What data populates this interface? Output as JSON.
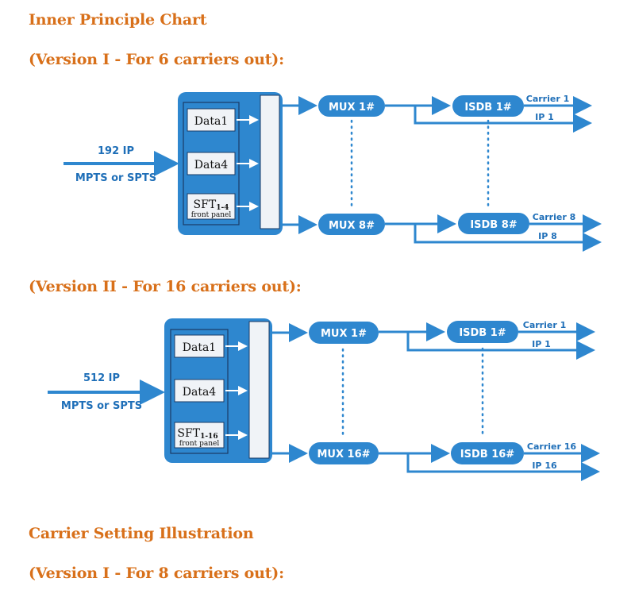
{
  "headings": {
    "title": "Inner Principle Chart",
    "version1": "(Version I - For 6 carriers out):",
    "version2": "(Version II - For 16 carriers out):",
    "carrier_setting": "Carrier Setting Illustration",
    "version3": "(Version I - For 8 carriers out):"
  },
  "colors": {
    "heading": "#d8701a",
    "blue": "#2e87cf",
    "blue_text": "#1f6fb8",
    "box_fill": "#f0f3f7"
  },
  "diagram1": {
    "input_ip": "192 IP",
    "input_type": "MPTS or SPTS",
    "data_top": "Data1",
    "data_mid": "Data4",
    "sft_main": "SFT",
    "sft_sub": "1-4",
    "front_panel": "front panel",
    "mux_top": "MUX 1#",
    "mux_bottom": "MUX 8#",
    "isdb_top": "ISDB 1#",
    "isdb_bottom": "ISDB 8#",
    "carrier_top": "Carrier 1",
    "ip_top": "IP 1",
    "carrier_bottom": "Carrier 8",
    "ip_bottom": "IP 8"
  },
  "diagram2": {
    "input_ip": "512 IP",
    "input_type": "MPTS or SPTS",
    "data_top": "Data1",
    "data_mid": "Data4",
    "sft_main": "SFT",
    "sft_sub": "1-16",
    "front_panel": "front panel",
    "mux_top": "MUX 1#",
    "mux_bottom": "MUX 16#",
    "isdb_top": "ISDB 1#",
    "isdb_bottom": "ISDB 16#",
    "carrier_top": "Carrier 1",
    "ip_top": "IP 1",
    "carrier_bottom": "Carrier 16",
    "ip_bottom": "IP 16"
  }
}
